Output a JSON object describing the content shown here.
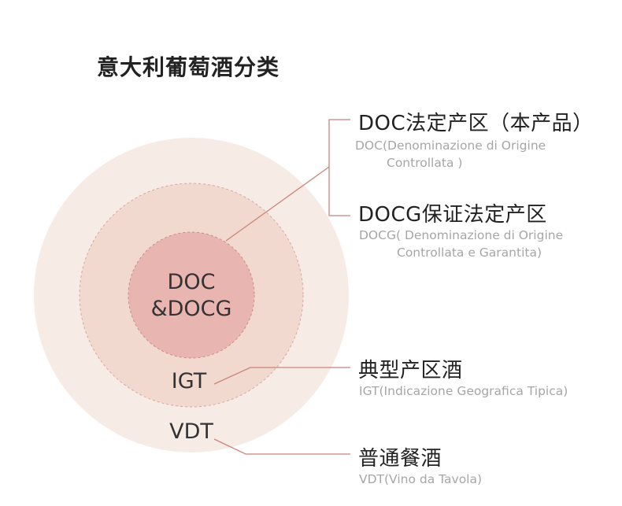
{
  "title": "意大利葡萄酒分类",
  "colors": {
    "outer_ring": "#f7ebe6",
    "middle_ring": "#f1d9cf",
    "inner_ring": "#e8b5b1",
    "ring_border": "#d9a79e",
    "connector": "#c9857a"
  },
  "rings": {
    "inner_label_line1": "DOC",
    "inner_label_line2": "&DOCG",
    "middle_label": "IGT",
    "outer_label": "VDT"
  },
  "categories": [
    {
      "title": "DOC法定产区（本产品）",
      "sub_line1": "DOC(Denominazione di Origine",
      "sub_line2": "Controllata )"
    },
    {
      "title": "DOCG保证法定产区",
      "sub_line1": "DOCG( Denominazione di Origine",
      "sub_line2": "Controllata e Garantita)"
    },
    {
      "title": "典型产区酒",
      "sub_line1": "IGT(Indicazione Geografica Tipica)"
    },
    {
      "title": "普通餐酒",
      "sub_line1": "VDT(Vino da Tavola)"
    }
  ]
}
